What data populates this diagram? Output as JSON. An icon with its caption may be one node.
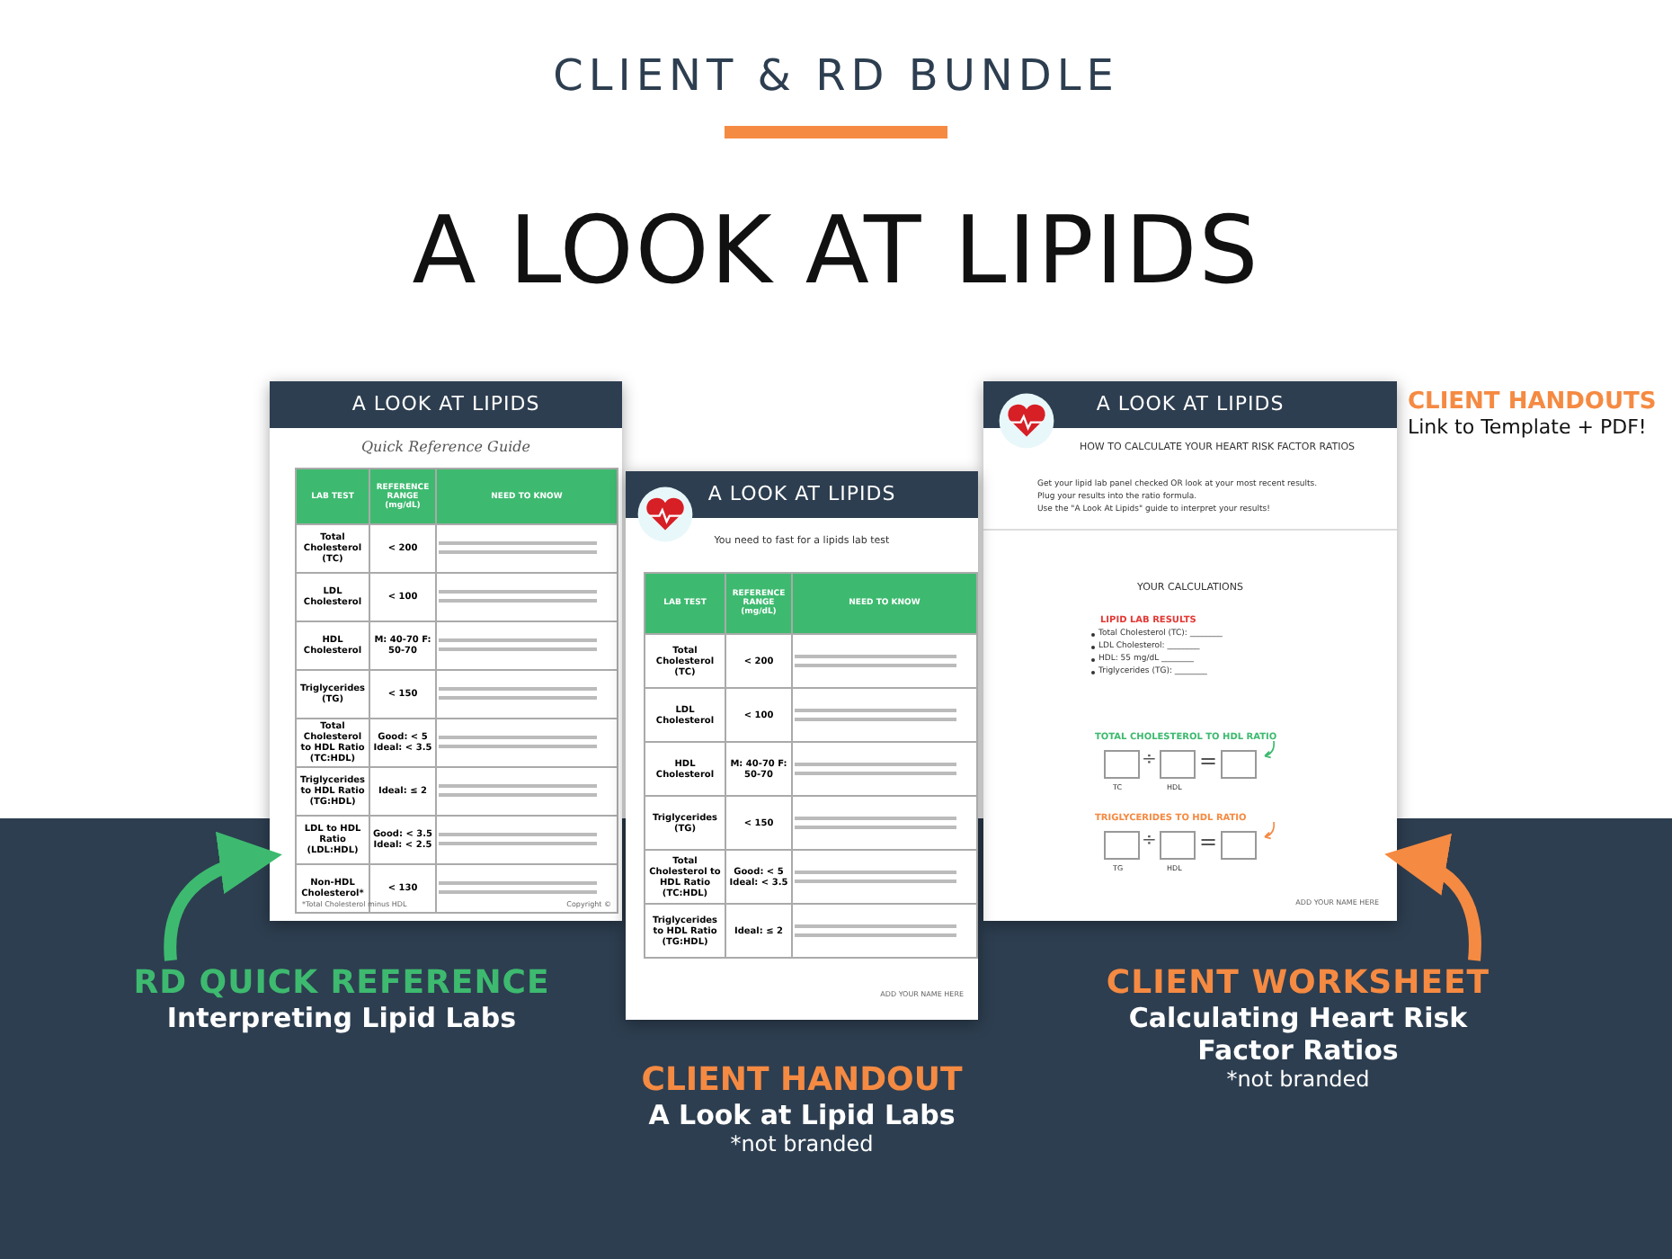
{
  "diagram": {
    "title": "A LOOK AT LIPIDS",
    "nodes": [
      {
        "text": [
          "A LOOK AT LIPIDS",
          "Quick Reference Guide"
        ]
      },
      {
        "text": [
          "A LOOK AT LIPIDS"
        ]
      },
      {
        "text": [
          "A LOOK AT LIPIDS"
        ]
      },
      {
        "text": [
          "RD QUICK REFERENCE",
          "Interpreting Lipid Labs"
        ]
      },
      {
        "text": [
          "CLIENT WORKSHEET",
          "Calculating Heart Risk Factor Ratios",
          "*not branded"
        ]
      }
    ],
    "edges": [
      {
        "from": 3,
        "to": 0,
        "arrow": "to",
        "color": "#3dba6f"
      },
      {
        "from": 4,
        "to": 2,
        "arrow": "to",
        "color": "#f58a42"
      }
    ],
    "labels": [
      "CLIENT & RD BUNDLE",
      "LAB TEST",
      "REFERENCE RANGE (mg/dL)",
      "NEED TO KNOW",
      "Total Cholesterol (TC)",
      "< 200",
      "LDL Cholesterol",
      "< 100",
      "HDL Cholesterol",
      "M: 40-70 F: 50-70",
      "Triglycerides (TG)",
      "< 150",
      "Total Cholesterol to HDL Ratio (TC:HDL)",
      "Good: < 5 Ideal: < 3.5",
      "Triglycerides to HDL Ratio (TG:HDL)",
      "Ideal: ≤ 2",
      "LDL to HDL Ratio (LDL:HDL)",
      "Good: < 3.5 Ideal: < 2.5",
      "Non-HDL Cholesterol*",
      "< 130",
      "*Total Cholesterol minus HDL",
      "Copyright ©",
      "You need to fast for a lipids lab test",
      "LAB TEST",
      "REFERENCE RANGE (mg/dL)",
      "NEED TO KNOW",
      "Total Cholesterol (TC)",
      "< 200",
      "LDL Cholesterol",
      "< 100",
      "HDL Cholesterol",
      "M: 40-70 F: 50-70",
      "Triglycerides (TG)",
      "< 150",
      "Total Cholesterol to HDL Ratio (TC:HDL)",
      "Good: < 5 Ideal: < 3.5",
      "Triglycerides to HDL Ratio (TG:HDL)",
      "Ideal: ≤ 2",
      "ADD YOUR NAME HERE",
      "HOW TO CALCULATE YOUR HEART RISK FACTOR RATIOS",
      "Get your lipid lab panel checked OR look at your most recent results.",
      "Plug your results into the ratio formula.",
      "Use the \"A Look At Lipids\" guide to interpret your results!",
      "YOUR CALCULATIONS",
      "LIPID LAB RESULTS",
      "Total Cholesterol (TC): ________",
      "LDL Cholesterol: ________",
      "HDL: 55 mg/dL ________",
      "Triglycerides (TG): ________",
      "TOTAL CHOLESTEROL TO HDL RATIO",
      "÷",
      "=",
      "TC",
      "HDL",
      "TRIGLYCERIDES TO HDL RATIO",
      "÷",
      "=",
      "TG",
      "HDL",
      "ADD YOUR NAME HERE",
      "CLIENT HANDOUT",
      "A Look at Lipid Labs",
      "*not branded",
      "CLIENT HANDOUTS",
      "Link to Template + PDF!"
    ]
  }
}
